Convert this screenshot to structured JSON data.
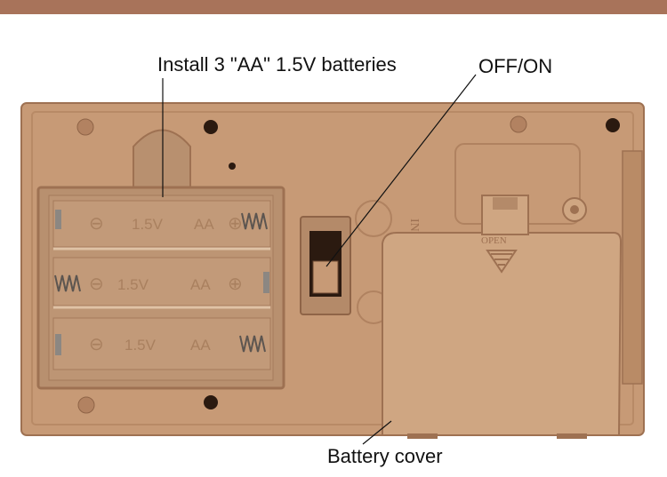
{
  "labels": {
    "install": "Install 3 \"AA\" 1.5V batteries",
    "switch": "OFF/ON",
    "cover": "Battery cover"
  },
  "battery_markings": {
    "voltage": "1.5V",
    "size": "AA",
    "plus": "⊕",
    "minus": "⊖"
  },
  "cover_marking": "OPEN",
  "mold_text": "INA",
  "colors": {
    "band": "#a8735a",
    "body": "#c79a76",
    "body_dark": "#9e7152",
    "cover": "#cfa682",
    "compartment": "#b8906f"
  }
}
